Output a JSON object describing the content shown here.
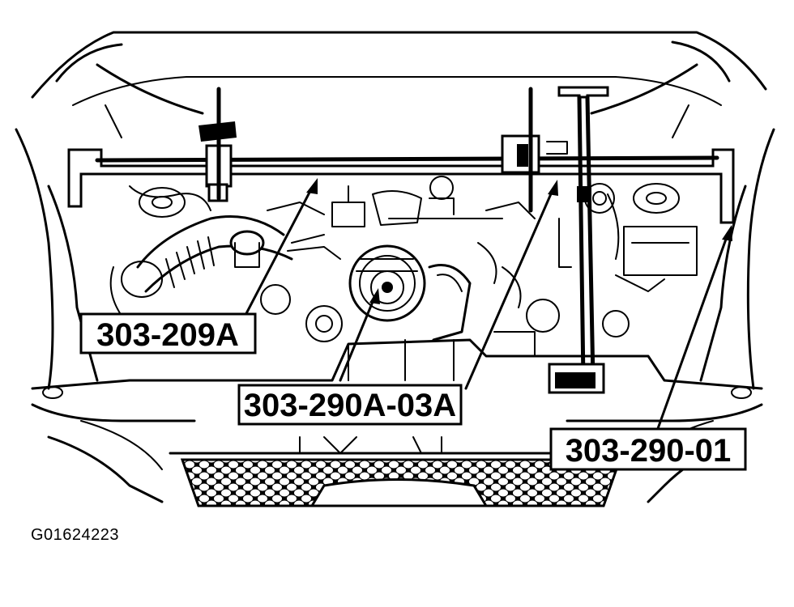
{
  "callouts": {
    "support_bar": "303-209A",
    "adapter": "303-290A-03A",
    "lifting_bracket": "303-290-01"
  },
  "figure_id": "G01624223",
  "colors": {
    "ink": "#000000",
    "paper": "#ffffff"
  }
}
